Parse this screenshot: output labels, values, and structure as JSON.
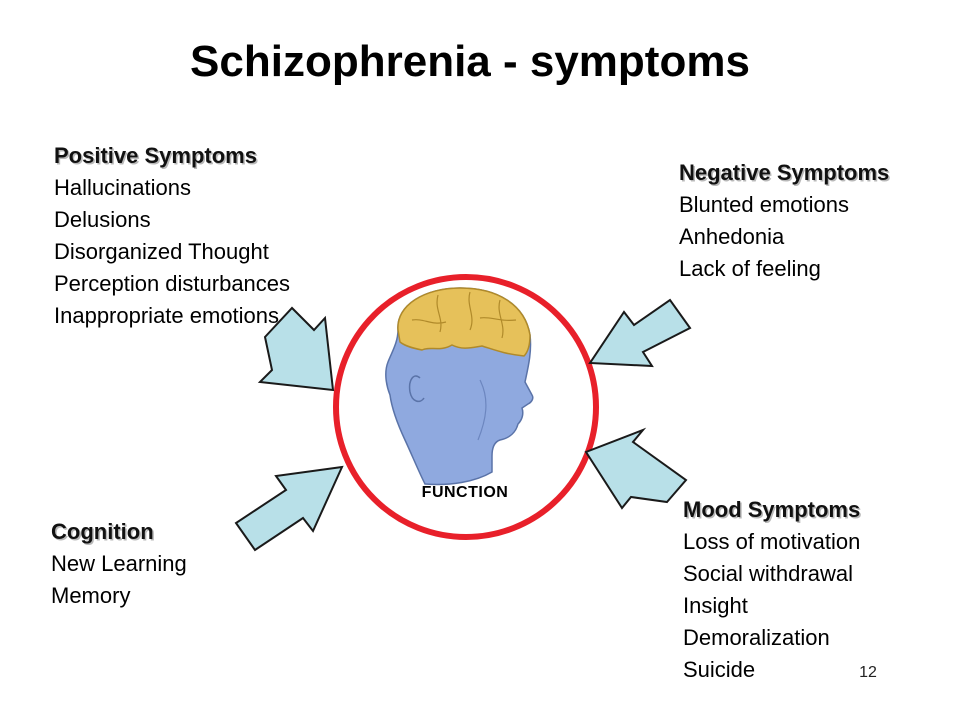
{
  "title": "Schizophrenia - symptoms",
  "groups": {
    "positive": {
      "heading": "Positive Symptoms",
      "items": [
        "Hallucinations",
        "Delusions",
        "Disorganized Thought",
        "Perception disturbances",
        "Inappropriate emotions"
      ]
    },
    "negative": {
      "heading": "Negative Symptoms",
      "items": [
        "Blunted emotions",
        "Anhedonia",
        "Lack of feeling"
      ]
    },
    "cognition": {
      "heading": "Cognition",
      "items": [
        "New Learning",
        "Memory"
      ]
    },
    "mood": {
      "heading": "Mood Symptoms",
      "items": [
        "Loss of motivation",
        "Social withdrawal",
        "Insight",
        "Demoralization",
        "Suicide"
      ]
    }
  },
  "center": {
    "label": "FUNCTION",
    "icon": "head-puzzle-brain-icon"
  },
  "colors": {
    "circle": "#e8202a",
    "arrow_fill": "#b8e0e8",
    "arrow_stroke": "#1a1a1a",
    "head": "#8fa9df",
    "brain": "#e6c15a"
  },
  "slide_number": "12"
}
